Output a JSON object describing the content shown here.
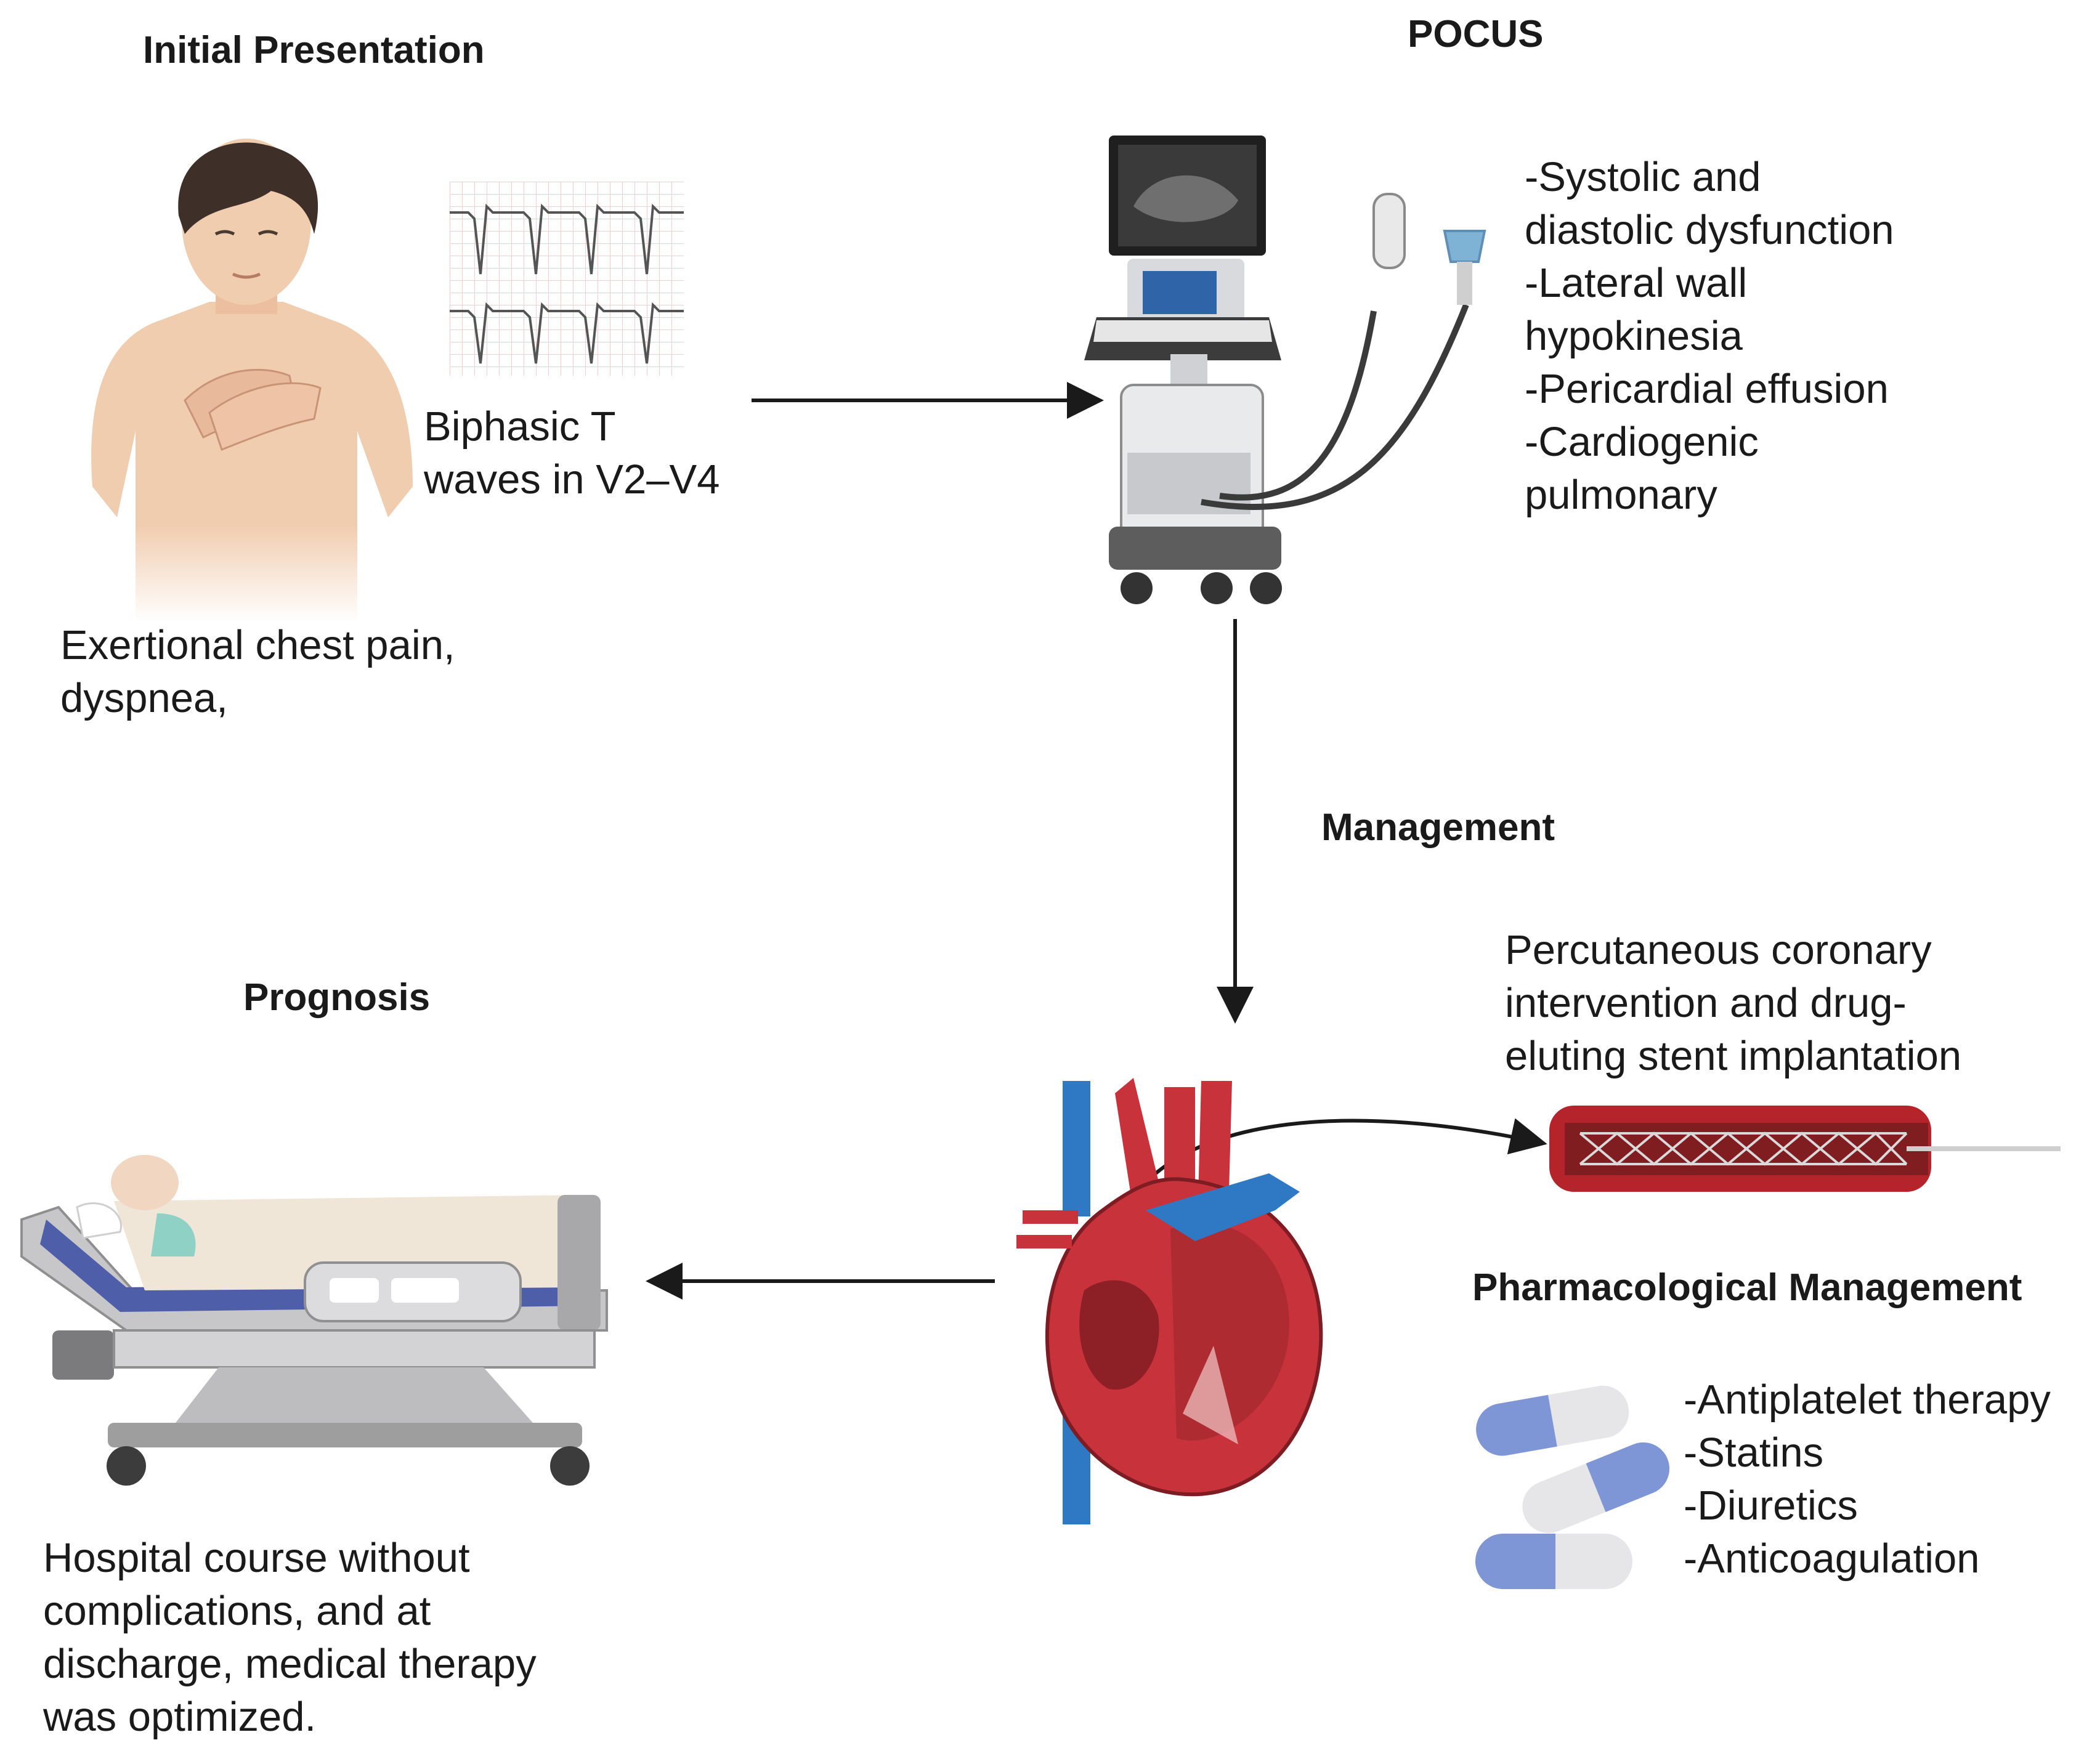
{
  "sections": {
    "initial": {
      "heading": "Initial Presentation",
      "ecg_caption": [
        "Biphasic T",
        "waves in V2–V4"
      ],
      "symptoms": [
        "Exertional chest pain,",
        "dyspnea,"
      ]
    },
    "pocus": {
      "heading": "POCUS",
      "findings": [
        "-Systolic and",
        "diastolic dysfunction",
        "-Lateral wall",
        "hypokinesia",
        "-Pericardial effusion",
        "-Cardiogenic",
        "pulmonary"
      ]
    },
    "management": {
      "heading": "Management",
      "pci": [
        "Percutaneous coronary",
        "intervention and drug-",
        "eluting stent implantation"
      ]
    },
    "pharmacological": {
      "heading": "Pharmacological Management",
      "drugs": [
        "-Antiplatelet therapy",
        "-Statins",
        "-Diuretics",
        "-Anticoagulation"
      ]
    },
    "prognosis": {
      "heading": "Prognosis",
      "outcome": [
        "Hospital course without",
        "complications, and at",
        "discharge, medical therapy",
        "was optimized."
      ]
    }
  },
  "icons": [
    "patient-icon",
    "ecg-strip-icon",
    "ultrasound-machine-icon",
    "heart-icon",
    "stent-icon",
    "pill-capsules-icon",
    "hospital-bed-icon"
  ],
  "colors": {
    "arterial_red": "#c8323a",
    "venous_blue": "#2e78c4",
    "capsule_blue": "#7e95d6",
    "arrow": "#1a1a1a"
  }
}
